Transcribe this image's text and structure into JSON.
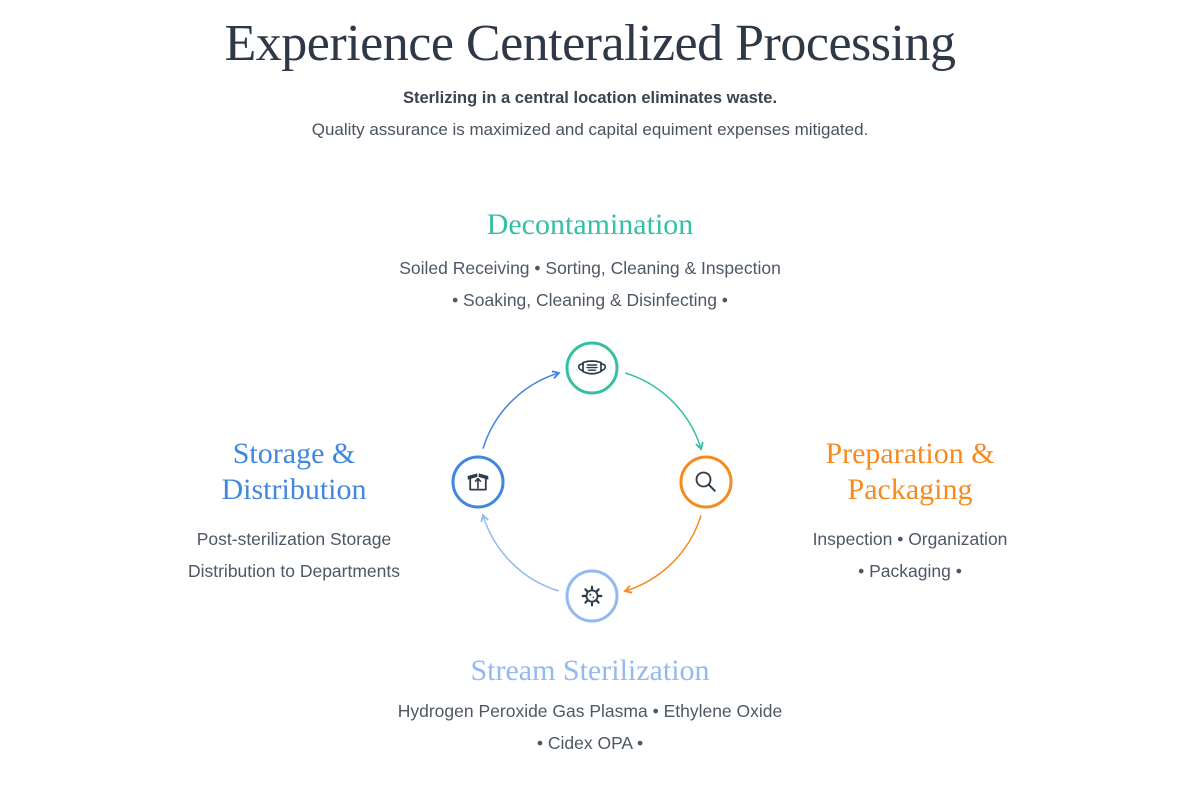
{
  "header": {
    "title": "Experience Centeralized Processing",
    "subtitle_bold": "Sterlizing in a central location eliminates waste.",
    "subtitle": "Quality assurance is maximized and capital equiment expenses mitigated."
  },
  "colors": {
    "title_text": "#2e3947",
    "body_text": "#4d5865",
    "icon_ink": "#2f3a47",
    "teal": "#35bfa4",
    "orange": "#f68a1e",
    "blue": "#4187e0",
    "light_blue": "#93baf0"
  },
  "stages": {
    "decontamination": {
      "title": "Decontamination",
      "color": "#35bfa4",
      "icon": "face-mask-icon",
      "lines": [
        "Soiled Receiving • Sorting, Cleaning & Inspection",
        "• Soaking, Cleaning & Disinfecting •"
      ]
    },
    "preparation": {
      "title": "Preparation & Packaging",
      "color": "#f68a1e",
      "icon": "search-icon",
      "lines": [
        "Inspection • Organization",
        "• Packaging •"
      ]
    },
    "sterilization": {
      "title": "Stream Sterilization",
      "color": "#93baf0",
      "icon": "germ-icon",
      "lines": [
        "Hydrogen Peroxide Gas Plasma • Ethylene Oxide",
        "• Cidex OPA •"
      ]
    },
    "storage": {
      "title": "Storage & Distribution",
      "color": "#4187e0",
      "icon": "open-box-icon",
      "lines": [
        "Post-sterilization Storage",
        "Distribution to Departments"
      ]
    }
  },
  "flow": [
    {
      "from": "storage",
      "to": "decontamination",
      "color": "#4187e0"
    },
    {
      "from": "decontamination",
      "to": "preparation",
      "color": "#35bfa4"
    },
    {
      "from": "preparation",
      "to": "sterilization",
      "color": "#f68a1e"
    },
    {
      "from": "sterilization",
      "to": "storage",
      "color": "#93baf0"
    }
  ]
}
